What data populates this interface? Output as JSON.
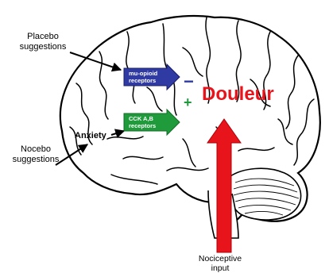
{
  "labels": {
    "placebo": "Placebo\nsuggestions",
    "nocebo": "Nocebo\nsuggestions",
    "anxiety": "Anxiety",
    "nociceptive": "Nociceptive\ninput",
    "douleur": "Douleur",
    "minus_sign": "−",
    "plus_sign": "+"
  },
  "boxes": {
    "mu_opioid": "mu-opioid\nreceptors",
    "cck": "CCK A,B\nreceptors"
  },
  "colors": {
    "mu_opioid_box": "#2f3aa3",
    "cck_box": "#1f9b3c",
    "douleur_text": "#e8141c",
    "nociceptive_arrow": "#e8141c",
    "minus_sign": "#2f3aa3",
    "plus_sign": "#1f9b3c"
  }
}
